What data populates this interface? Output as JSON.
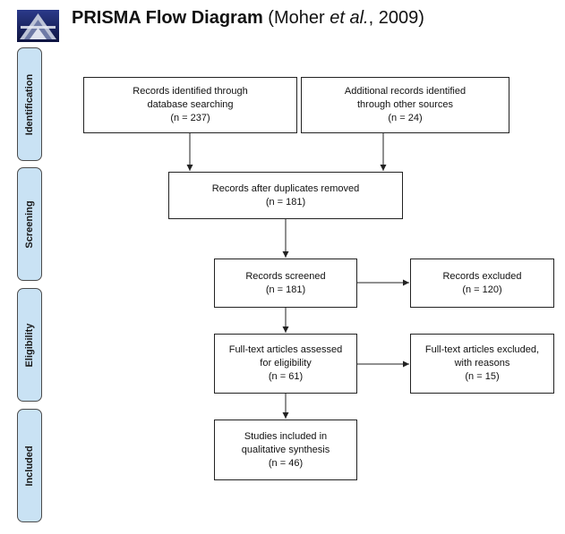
{
  "header": {
    "title_bold": "PRISMA Flow Diagram",
    "author": "Moher",
    "et_al": "et al.",
    "year": "2009"
  },
  "stages": {
    "identification": "Identification",
    "screening": "Screening",
    "eligibility": "Eligibility",
    "included": "Included"
  },
  "boxes": {
    "database": {
      "line1": "Records identified through",
      "line2": "database searching",
      "line3": "(n = 237)"
    },
    "other_sources": {
      "line1": "Additional records identified",
      "line2": "through other sources",
      "line3": "(n = 24)"
    },
    "deduplicated": {
      "line1": "Records after duplicates removed",
      "line2": "(n = 181)"
    },
    "screened": {
      "line1": "Records screened",
      "line2": "(n = 181)"
    },
    "excluded": {
      "line1": "Records excluded",
      "line2": "(n = 120)"
    },
    "fulltext": {
      "line1": "Full-text articles assessed",
      "line2": "for eligibility",
      "line3": "(n = 61)"
    },
    "fulltext_excluded": {
      "line1": "Full-text articles excluded,",
      "line2": "with reasons",
      "line3": "(n = 15)"
    },
    "included": {
      "line1": "Studies included in",
      "line2": "qualitative synthesis",
      "line3": "(n = 46)"
    }
  },
  "colors": {
    "stage_fill": "#c9e2f4",
    "box_border": "#222222",
    "arrow": "#222222"
  },
  "icons": {
    "logo": "prisma-logo"
  }
}
